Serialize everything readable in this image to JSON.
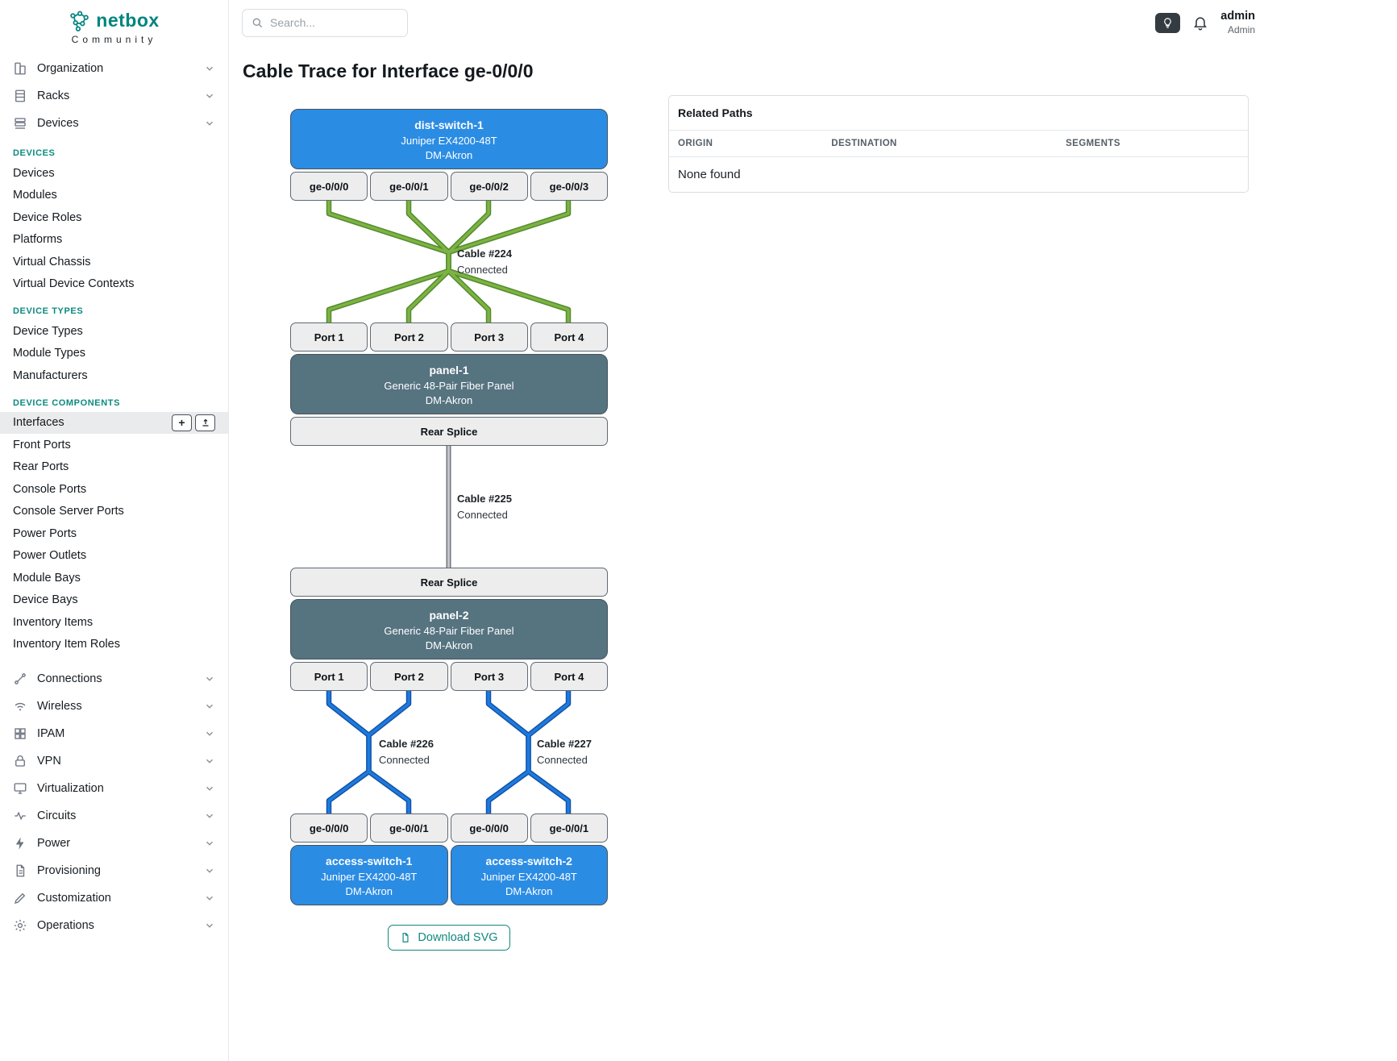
{
  "brand": {
    "name": "netbox",
    "community": "Community"
  },
  "topbar": {
    "search_placeholder": "Search...",
    "username": "admin",
    "role": "Admin"
  },
  "sidebar": {
    "groups": [
      {
        "label": "Organization",
        "icon": "building-icon"
      },
      {
        "label": "Racks",
        "icon": "rack-icon"
      },
      {
        "label": "Devices",
        "icon": "devices-icon"
      }
    ],
    "sections": [
      {
        "title": "DEVICES",
        "items": [
          "Devices",
          "Modules",
          "Device Roles",
          "Platforms",
          "Virtual Chassis",
          "Virtual Device Contexts"
        ]
      },
      {
        "title": "DEVICE TYPES",
        "items": [
          "Device Types",
          "Module Types",
          "Manufacturers"
        ]
      },
      {
        "title": "DEVICE COMPONENTS",
        "items": [
          "Interfaces",
          "Front Ports",
          "Rear Ports",
          "Console Ports",
          "Console Server Ports",
          "Power Ports",
          "Power Outlets",
          "Module Bays",
          "Device Bays",
          "Inventory Items",
          "Inventory Item Roles"
        ],
        "active_item": "Interfaces"
      }
    ],
    "bottom": [
      {
        "label": "Connections",
        "icon": "connection-icon"
      },
      {
        "label": "Wireless",
        "icon": "wifi-icon"
      },
      {
        "label": "IPAM",
        "icon": "grid-icon"
      },
      {
        "label": "VPN",
        "icon": "lock-icon"
      },
      {
        "label": "Virtualization",
        "icon": "monitor-icon"
      },
      {
        "label": "Circuits",
        "icon": "pulse-icon"
      },
      {
        "label": "Power",
        "icon": "lightning-icon"
      },
      {
        "label": "Provisioning",
        "icon": "document-icon"
      },
      {
        "label": "Customization",
        "icon": "pencil-icon"
      },
      {
        "label": "Operations",
        "icon": "gear-icon"
      }
    ]
  },
  "main": {
    "title": "Cable Trace for Interface ge-0/0/0",
    "download_button": "Download SVG"
  },
  "related_paths": {
    "title": "Related Paths",
    "columns": [
      "ORIGIN",
      "DESTINATION",
      "SEGMENTS"
    ],
    "empty_text": "None found"
  },
  "trace": {
    "top_device": {
      "name": "dist-switch-1",
      "model": "Juniper EX4200-48T",
      "site": "DM-Akron",
      "interfaces": [
        "ge-0/0/0",
        "ge-0/0/1",
        "ge-0/0/2",
        "ge-0/0/3"
      ]
    },
    "cable_224": {
      "name": "Cable #224",
      "status": "Connected"
    },
    "panel_1": {
      "name": "panel-1",
      "model": "Generic 48-Pair Fiber Panel",
      "site": "DM-Akron",
      "ports": [
        "Port 1",
        "Port 2",
        "Port 3",
        "Port 4"
      ],
      "rear": "Rear Splice"
    },
    "cable_225": {
      "name": "Cable #225",
      "status": "Connected"
    },
    "panel_2": {
      "name": "panel-2",
      "model": "Generic 48-Pair Fiber Panel",
      "site": "DM-Akron",
      "ports": [
        "Port 1",
        "Port 2",
        "Port 3",
        "Port 4"
      ],
      "rear": "Rear Splice"
    },
    "cable_226": {
      "name": "Cable #226",
      "status": "Connected"
    },
    "cable_227": {
      "name": "Cable #227",
      "status": "Connected"
    },
    "bottom_devices": [
      {
        "name": "access-switch-1",
        "model": "Juniper EX4200-48T",
        "site": "DM-Akron",
        "interfaces": [
          "ge-0/0/0",
          "ge-0/0/1"
        ]
      },
      {
        "name": "access-switch-2",
        "model": "Juniper EX4200-48T",
        "site": "DM-Akron",
        "interfaces": [
          "ge-0/0/0",
          "ge-0/0/1"
        ]
      }
    ]
  },
  "colors": {
    "accent_teal": "#00857e",
    "device_blue": "#2b8ce4",
    "panel_dark": "#567380",
    "cable_green": "#7cb342",
    "cable_blue": "#1e7ae0",
    "cable_gray": "#c2c6ca"
  }
}
